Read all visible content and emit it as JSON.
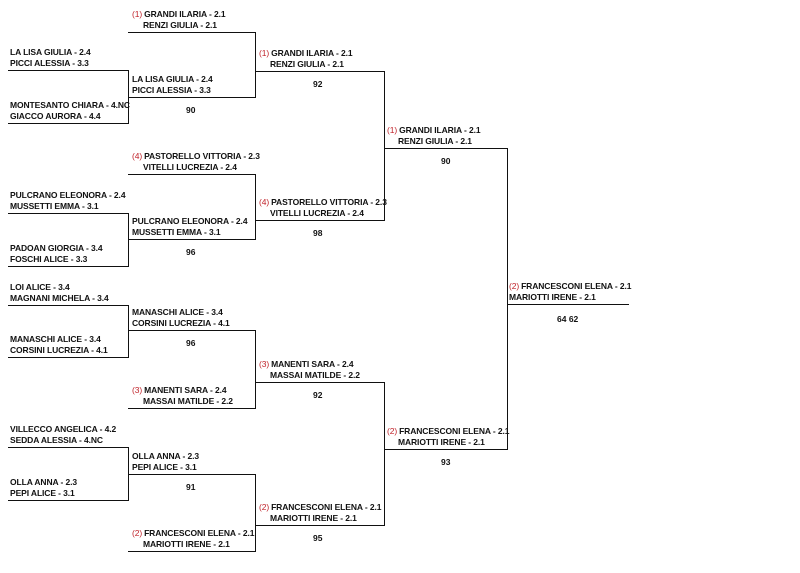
{
  "round1": [
    {
      "p1": "LA LISA GIULIA - 2.4",
      "p2": "PICCI ALESSIA - 3.3"
    },
    {
      "p1": "MONTESANTO CHIARA - 4.NC",
      "p2": "GIACCO AURORA - 4.4"
    },
    {
      "p1": "PULCRANO ELEONORA - 2.4",
      "p2": "MUSSETTI EMMA - 3.1"
    },
    {
      "p1": "PADOAN GIORGIA - 3.4",
      "p2": "FOSCHI ALICE - 3.3"
    },
    {
      "p1": "LOI ALICE - 3.4",
      "p2": "MAGNANI MICHELA - 3.4"
    },
    {
      "p1": "MANASCHI ALICE - 3.4",
      "p2": "CORSINI LUCREZIA - 4.1"
    },
    {
      "p1": "VILLECCO ANGELICA - 4.2",
      "p2": "SEDDA ALESSIA - 4.NC"
    },
    {
      "p1": "OLLA ANNA - 2.3",
      "p2": "PEPI ALICE - 3.1"
    }
  ],
  "round2": [
    {
      "seed": "(1)",
      "p1": "GRANDI ILARIA - 2.1",
      "p2": "RENZI GIULIA - 2.1"
    },
    {
      "seed": "",
      "p1": "LA LISA GIULIA - 2.4",
      "p2": "PICCI ALESSIA - 3.3",
      "score": "90"
    },
    {
      "seed": "(4)",
      "p1": "PASTORELLO VITTORIA - 2.3",
      "p2": "VITELLI LUCREZIA - 2.4"
    },
    {
      "seed": "",
      "p1": "PULCRANO ELEONORA - 2.4",
      "p2": "MUSSETTI EMMA - 3.1",
      "score": "96"
    },
    {
      "seed": "",
      "p1": "MANASCHI ALICE - 3.4",
      "p2": "CORSINI LUCREZIA - 4.1",
      "score": "96"
    },
    {
      "seed": "(3)",
      "p1": "MANENTI SARA - 2.4",
      "p2": "MASSAI MATILDE - 2.2"
    },
    {
      "seed": "",
      "p1": "OLLA ANNA - 2.3",
      "p2": "PEPI ALICE - 3.1",
      "score": "91"
    },
    {
      "seed": "(2)",
      "p1": "FRANCESCONI ELENA - 2.1",
      "p2": "MARIOTTI IRENE - 2.1"
    }
  ],
  "round3": [
    {
      "seed": "(1)",
      "p1": "GRANDI ILARIA - 2.1",
      "p2": "RENZI GIULIA - 2.1",
      "score": "92"
    },
    {
      "seed": "(4)",
      "p1": "PASTORELLO VITTORIA - 2.3",
      "p2": "VITELLI LUCREZIA - 2.4",
      "score": "98"
    },
    {
      "seed": "(3)",
      "p1": "MANENTI SARA - 2.4",
      "p2": "MASSAI MATILDE - 2.2",
      "score": "92"
    },
    {
      "seed": "(2)",
      "p1": "FRANCESCONI ELENA - 2.1",
      "p2": "MARIOTTI IRENE - 2.1",
      "score": "95"
    }
  ],
  "round4": [
    {
      "seed": "(1)",
      "p1": "GRANDI ILARIA - 2.1",
      "p2": "RENZI GIULIA - 2.1",
      "score": "90"
    },
    {
      "seed": "(2)",
      "p1": "FRANCESCONI ELENA - 2.1",
      "p2": "MARIOTTI IRENE - 2.1",
      "score": "93"
    }
  ],
  "final": {
    "seed": "(2)",
    "p1": "FRANCESCONI ELENA - 2.1",
    "p2": "MARIOTTI IRENE - 2.1",
    "score": "64 62"
  },
  "colors": {
    "seed": "#c0242b",
    "line": "#111111"
  }
}
